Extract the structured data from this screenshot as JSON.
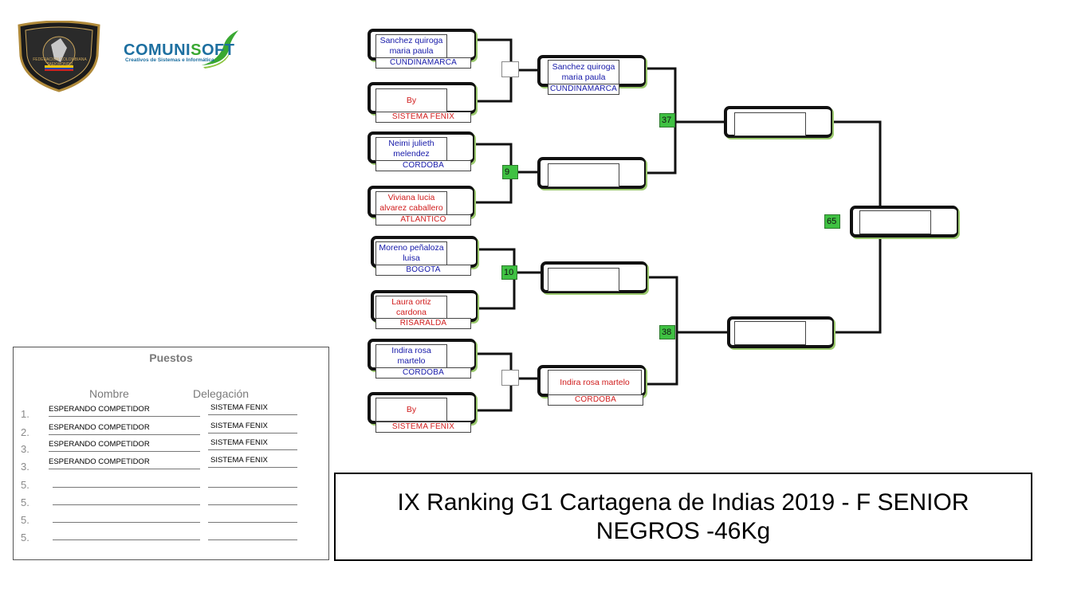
{
  "bracket": {
    "r1": [
      {
        "name": "Sanchez quiroga maria paula",
        "delegation": "CUNDINAMARCA",
        "color": "blue"
      },
      {
        "name": "By",
        "delegation": "SISTEMA FENIX",
        "color": "red"
      },
      {
        "name": "Neimi julieth melendez",
        "delegation": "CORDOBA",
        "color": "blue"
      },
      {
        "name": "Viviana lucia alvarez caballero",
        "delegation": "ATLANTICO",
        "color": "red"
      },
      {
        "name": "Moreno peñaloza luisa",
        "delegation": "BOGOTA",
        "color": "blue"
      },
      {
        "name": "Laura ortiz cardona",
        "delegation": "RISARALDA",
        "color": "red"
      },
      {
        "name": "Indira rosa martelo",
        "delegation": "CORDOBA",
        "color": "blue"
      },
      {
        "name": "By",
        "delegation": "SISTEMA FENIX",
        "color": "red"
      }
    ],
    "r2": [
      {
        "name": "Sanchez quiroga maria paula",
        "delegation": "CUNDINAMARCA",
        "color": "blue"
      },
      {
        "name": "",
        "delegation": "",
        "color": "blue"
      },
      {
        "name": "",
        "delegation": "",
        "color": "blue"
      },
      {
        "name": "Indira rosa martelo",
        "delegation": "CORDOBA",
        "color": "red"
      }
    ],
    "fights": {
      "m9": "9",
      "m10": "10",
      "m37": "37",
      "m38": "38",
      "m65": "65"
    }
  },
  "places": {
    "title": "Puestos",
    "col_name": "Nombre",
    "col_delegation": "Delegación",
    "rows": [
      {
        "rank": "1.",
        "name": "ESPERANDO COMPETIDOR",
        "delegation": "SISTEMA FENIX"
      },
      {
        "rank": "2.",
        "name": "ESPERANDO COMPETIDOR",
        "delegation": "SISTEMA FENIX"
      },
      {
        "rank": "3.",
        "name": "ESPERANDO COMPETIDOR",
        "delegation": "SISTEMA FENIX"
      },
      {
        "rank": "3.",
        "name": "ESPERANDO COMPETIDOR",
        "delegation": "SISTEMA FENIX"
      },
      {
        "rank": "5.",
        "name": "",
        "delegation": ""
      },
      {
        "rank": "5.",
        "name": "",
        "delegation": ""
      },
      {
        "rank": "5.",
        "name": "",
        "delegation": ""
      },
      {
        "rank": "5.",
        "name": "",
        "delegation": ""
      }
    ]
  },
  "event_title": "IX Ranking G1 Cartagena de Indias 2019 - F SENIOR NEGROS -46Kg",
  "logos": {
    "federation": {
      "icon": "federation-shield-icon",
      "text": "FEDERACION COLOMBIANA TAEKWONDO"
    },
    "comunisoft": {
      "icon": "comunisoft-swoosh-icon",
      "word_a": "COMUNI",
      "word_b": "S",
      "word_c": "OFT",
      "tagline": "Creativos de Sistemas e Informática"
    }
  },
  "colors": {
    "blue": "#1518a8",
    "red": "#d01c1c",
    "fight_green": "#3fc142",
    "frame": "#111111",
    "brand_blue": "#1d6fa0",
    "brand_green": "#39a832"
  }
}
